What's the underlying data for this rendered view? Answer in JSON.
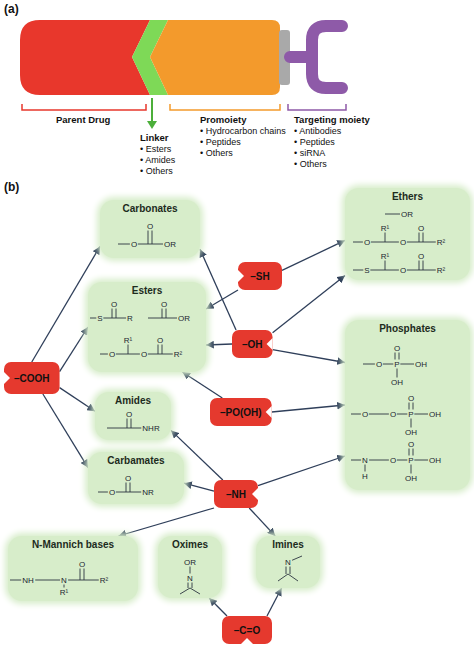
{
  "diagram": {
    "nodes": [
      {
        "text": [
          "Carbonates",
          "O",
          "O",
          "OR"
        ]
      },
      {
        "text": [
          "Ethers",
          "OR",
          "O",
          "R¹",
          "O",
          "O",
          "R²",
          "S",
          "R¹",
          "O",
          "O",
          "R²"
        ]
      },
      {
        "text": [
          "–SH"
        ]
      },
      {
        "text": [
          "–COOH"
        ]
      },
      {
        "text": [
          "Esters",
          "S",
          "O",
          "R",
          "O",
          "OR",
          "O",
          "R¹",
          "O",
          "O",
          "R²"
        ]
      },
      {
        "text": [
          "–OH"
        ]
      },
      {
        "text": [
          "Phosphates",
          "O",
          "O",
          "P",
          "OH",
          "OH",
          "O",
          "O",
          "O",
          "P",
          "OH",
          "OH",
          "N",
          "H",
          "O",
          "O",
          "P",
          "OH",
          "OH"
        ]
      },
      {
        "text": [
          "–PO(OH)"
        ]
      },
      {
        "text": [
          "Amides",
          "O",
          "NHR"
        ]
      },
      {
        "text": [
          "Carbamates",
          "O",
          "O",
          "NR"
        ]
      },
      {
        "text": [
          "–NH"
        ]
      },
      {
        "text": [
          "N-Mannich bases",
          "NH",
          "N",
          "R¹",
          "O",
          "R²"
        ]
      },
      {
        "text": [
          "Oximes",
          "OR",
          "N"
        ]
      },
      {
        "text": [
          "Imines",
          "N"
        ]
      },
      {
        "text": [
          "–C=O"
        ]
      }
    ],
    "edges": [
      {
        "from": 3,
        "to": 0,
        "arrow": "to"
      },
      {
        "from": 3,
        "to": 4,
        "arrow": "to"
      },
      {
        "from": 3,
        "to": 8,
        "arrow": "to"
      },
      {
        "from": 3,
        "to": 9,
        "arrow": "to"
      },
      {
        "from": 2,
        "to": 1,
        "arrow": "to"
      },
      {
        "from": 2,
        "to": 4,
        "arrow": "to"
      },
      {
        "from": 5,
        "to": 0,
        "arrow": "to"
      },
      {
        "from": 5,
        "to": 4,
        "arrow": "to"
      },
      {
        "from": 5,
        "to": 1,
        "arrow": "to"
      },
      {
        "from": 5,
        "to": 6,
        "arrow": "to"
      },
      {
        "from": 7,
        "to": 4,
        "arrow": "to"
      },
      {
        "from": 7,
        "to": 6,
        "arrow": "to"
      },
      {
        "from": 10,
        "to": 8,
        "arrow": "to"
      },
      {
        "from": 10,
        "to": 9,
        "arrow": "to"
      },
      {
        "from": 10,
        "to": 11,
        "arrow": "to"
      },
      {
        "from": 10,
        "to": 13,
        "arrow": "to"
      },
      {
        "from": 10,
        "to": 6,
        "arrow": "to"
      },
      {
        "from": 14,
        "to": 12,
        "arrow": "to"
      },
      {
        "from": 14,
        "to": 13,
        "arrow": "to"
      }
    ],
    "labels": [
      "(a)",
      "Parent Drug",
      "Linker",
      "• Esters",
      "• Amides",
      "• Others",
      "Promoiety",
      "• Hydrocarbon chains",
      "• Peptides",
      "• Others",
      "Targeting moiety",
      "• Antibodies",
      "• Peptides",
      "• siRNA",
      "• Others",
      "(b)"
    ]
  }
}
